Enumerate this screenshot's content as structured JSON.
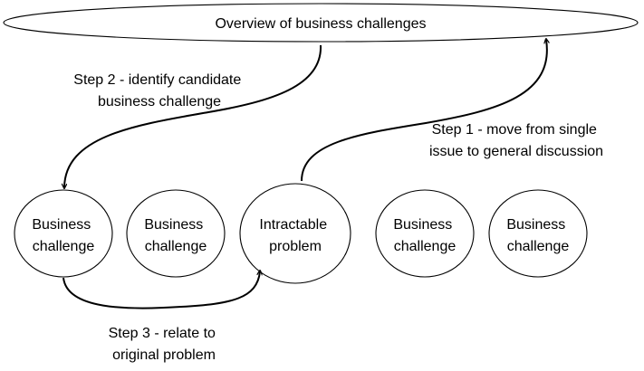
{
  "overview": {
    "label": "Overview of business  challenges"
  },
  "nodes": [
    {
      "lines": [
        "Business",
        "challenge"
      ]
    },
    {
      "lines": [
        "Business",
        "challenge"
      ]
    },
    {
      "lines": [
        "Intractable",
        "problem"
      ]
    },
    {
      "lines": [
        "Business",
        "challenge"
      ]
    },
    {
      "lines": [
        "Business",
        "challenge"
      ]
    }
  ],
  "steps": {
    "step1": {
      "lines": [
        "Step 1 - move from single",
        "issue to general discussion"
      ]
    },
    "step2": {
      "lines": [
        "Step 2 - identify candidate",
        "business challenge"
      ]
    },
    "step3": {
      "lines": [
        "Step 3 - relate to",
        "original problem"
      ]
    }
  }
}
